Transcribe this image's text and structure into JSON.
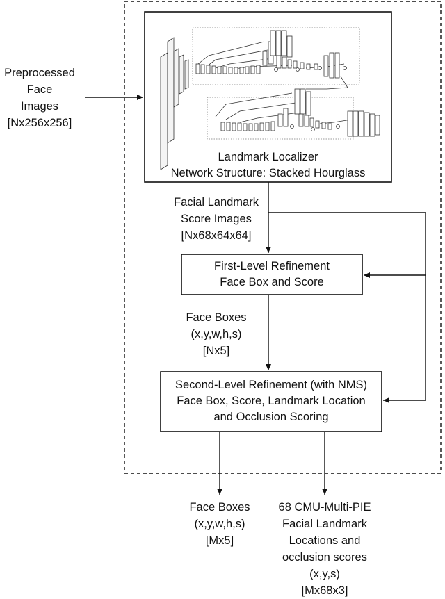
{
  "input_label": [
    "Preprocessed",
    "Face",
    "Images",
    "[Nx256x256]"
  ],
  "localizer_box": [
    "Landmark Localizer",
    "Network Structure: Stacked Hourglass"
  ],
  "score_label": [
    "Facial Landmark",
    "Score Images",
    "[Nx68x64x64]"
  ],
  "first_level_box": [
    "First-Level Refinement",
    "Face Box and Score"
  ],
  "face_boxes_mid": [
    "Face Boxes",
    "(x,y,w,h,s)",
    "[Nx5]"
  ],
  "second_level_box": [
    "Second-Level Refinement (with NMS)",
    "Face Box, Score, Landmark Location",
    "and Occlusion Scoring"
  ],
  "output_face_boxes": [
    "Face Boxes",
    "(x,y,w,h,s)",
    "[Mx5]"
  ],
  "output_landmarks": [
    "68 CMU-Multi-PIE",
    "Facial Landmark",
    "Locations and",
    "occlusion scores",
    "(x,y,s)",
    "[Mx68x3]"
  ]
}
